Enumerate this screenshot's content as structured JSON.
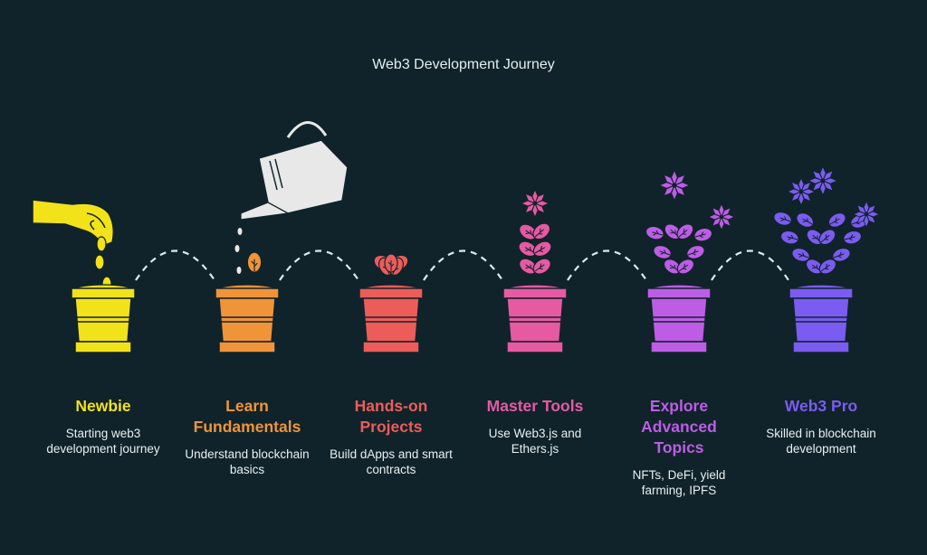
{
  "title": "Web3 Development Journey",
  "stages": [
    {
      "heading": "Newbie",
      "description": "Starting web3 development journey",
      "color": "#f2e21a",
      "icon": "hand-dropping-seeds-icon"
    },
    {
      "heading": "Learn Fundamentals",
      "description": "Understand blockchain basics",
      "color": "#f0943a",
      "icon": "watering-can-sprout-icon"
    },
    {
      "heading": "Hands-on Projects",
      "description": "Build dApps and smart contracts",
      "color": "#ec5d5a",
      "icon": "young-plant-icon"
    },
    {
      "heading": "Master Tools",
      "description": "Use Web3.js and Ethers.js",
      "color": "#e65aa2",
      "icon": "flowering-plant-icon"
    },
    {
      "heading": "Explore Advanced Topics",
      "description": "NFTs, DeFi, yield farming, IPFS",
      "color": "#bd5de6",
      "icon": "blooming-plant-icon"
    },
    {
      "heading": "Web3 Pro",
      "description": "Skilled in blockchain development",
      "color": "#7a5cf0",
      "icon": "full-bloom-plant-icon"
    }
  ]
}
